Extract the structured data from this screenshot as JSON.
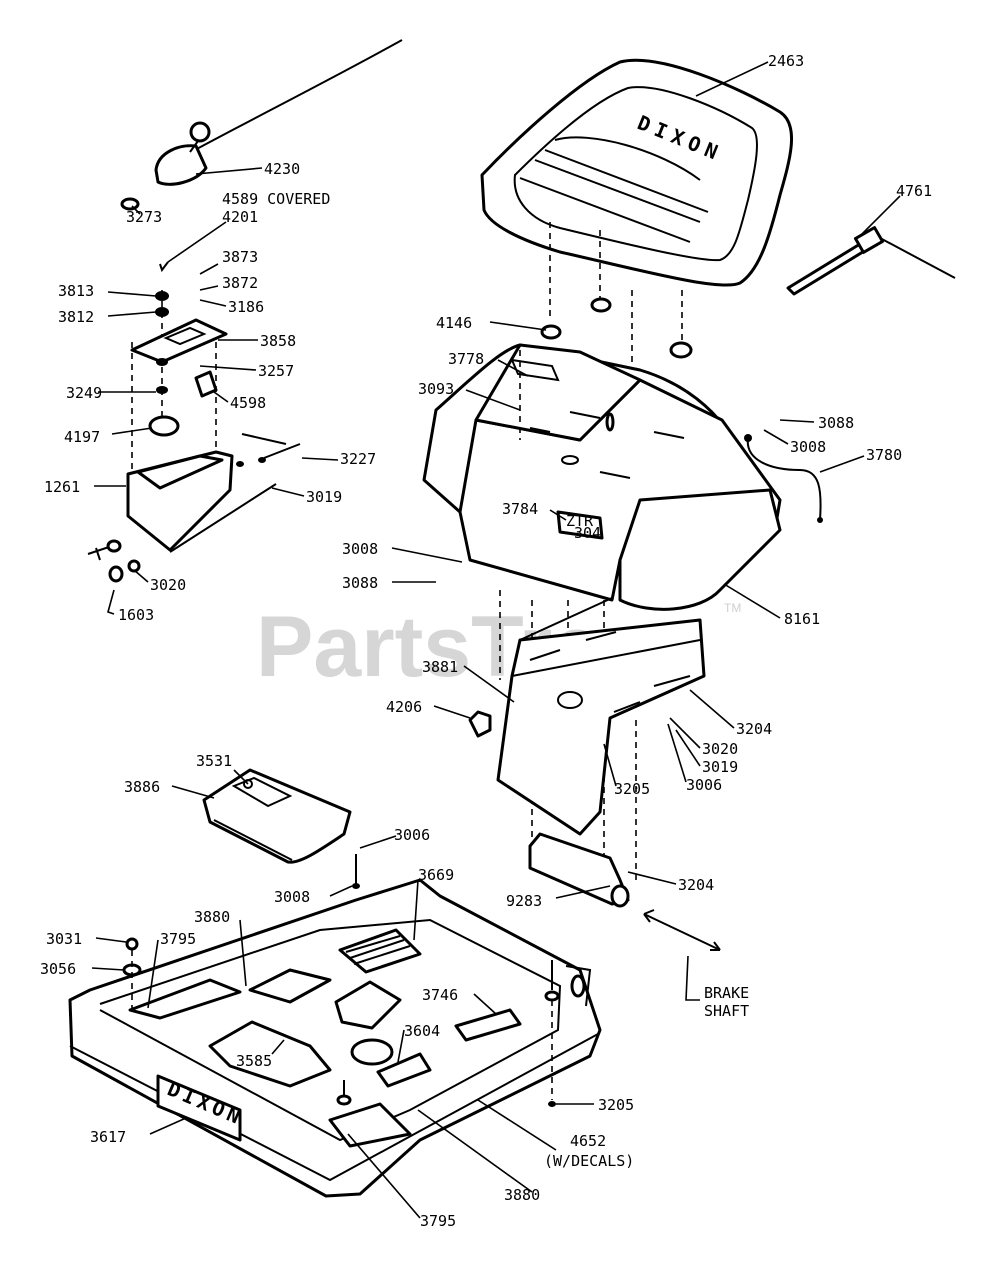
{
  "watermark": {
    "text": "PartsTree",
    "trademark": "TM"
  },
  "brand_seat": "DIXON",
  "brand_footplate": "DIXON",
  "plate_text": [
    "ZTR",
    "304"
  ],
  "parts": [
    {
      "id": "p2463",
      "label": "2463"
    },
    {
      "id": "p4230",
      "label": "4230"
    },
    {
      "id": "p3273",
      "label": "3273"
    },
    {
      "id": "p4589",
      "label": "4589 COVERED"
    },
    {
      "id": "p4201",
      "label": "4201"
    },
    {
      "id": "p4761",
      "label": "4761"
    },
    {
      "id": "p3873",
      "label": "3873"
    },
    {
      "id": "p3872",
      "label": "3872"
    },
    {
      "id": "p3813",
      "label": "3813"
    },
    {
      "id": "p3186",
      "label": "3186"
    },
    {
      "id": "p3812",
      "label": "3812"
    },
    {
      "id": "p3858",
      "label": "3858"
    },
    {
      "id": "p4146",
      "label": "4146"
    },
    {
      "id": "p3778",
      "label": "3778"
    },
    {
      "id": "p3257",
      "label": "3257"
    },
    {
      "id": "p3249",
      "label": "3249"
    },
    {
      "id": "p3093",
      "label": "3093"
    },
    {
      "id": "p4598",
      "label": "4598"
    },
    {
      "id": "p3088a",
      "label": "3088"
    },
    {
      "id": "p3008a",
      "label": "3008"
    },
    {
      "id": "p4197",
      "label": "4197"
    },
    {
      "id": "p3780",
      "label": "3780"
    },
    {
      "id": "p3227",
      "label": "3227"
    },
    {
      "id": "p1261",
      "label": "1261"
    },
    {
      "id": "p3019a",
      "label": "3019"
    },
    {
      "id": "p3784",
      "label": "3784"
    },
    {
      "id": "p3008b",
      "label": "3008"
    },
    {
      "id": "p3088b",
      "label": "3088"
    },
    {
      "id": "p3020a",
      "label": "3020"
    },
    {
      "id": "p8161",
      "label": "8161"
    },
    {
      "id": "p1603",
      "label": "1603"
    },
    {
      "id": "p3881",
      "label": "3881"
    },
    {
      "id": "p4206",
      "label": "4206"
    },
    {
      "id": "p3204a",
      "label": "3204"
    },
    {
      "id": "p3020b",
      "label": "3020"
    },
    {
      "id": "p3019b",
      "label": "3019"
    },
    {
      "id": "p3531",
      "label": "3531"
    },
    {
      "id": "p3205a",
      "label": "3205"
    },
    {
      "id": "p3006a",
      "label": "3006"
    },
    {
      "id": "p3886",
      "label": "3886"
    },
    {
      "id": "p3006b",
      "label": "3006"
    },
    {
      "id": "p3204b",
      "label": "3204"
    },
    {
      "id": "p3008c",
      "label": "3008"
    },
    {
      "id": "p3669",
      "label": "3669"
    },
    {
      "id": "p9283",
      "label": "9283"
    },
    {
      "id": "p3880a",
      "label": "3880"
    },
    {
      "id": "p3031",
      "label": "3031"
    },
    {
      "id": "p3795a",
      "label": "3795"
    },
    {
      "id": "p3056",
      "label": "3056"
    },
    {
      "id": "p3746",
      "label": "3746"
    },
    {
      "id": "p3604",
      "label": "3604"
    },
    {
      "id": "p3585",
      "label": "3585"
    },
    {
      "id": "p3205b",
      "label": "3205"
    },
    {
      "id": "p3617",
      "label": "3617"
    },
    {
      "id": "p4652",
      "label": "4652"
    },
    {
      "id": "p4652b",
      "label": "(W/DECALS)"
    },
    {
      "id": "p3880b",
      "label": "3880"
    },
    {
      "id": "p3795b",
      "label": "3795"
    }
  ],
  "brake_shaft": [
    "BRAKE",
    "SHAFT"
  ]
}
